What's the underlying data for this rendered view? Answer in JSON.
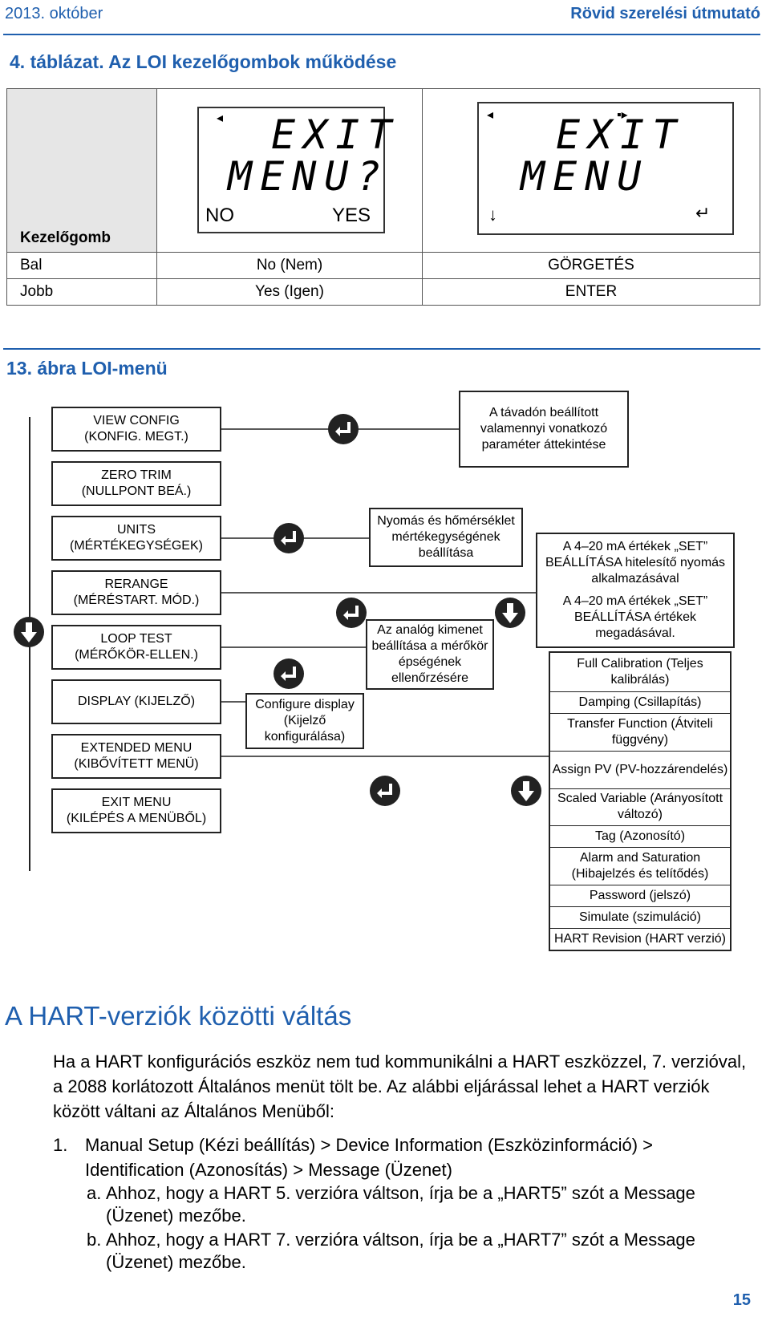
{
  "header": {
    "date": "2013. október",
    "title": "Rövid szerelési útmutató"
  },
  "table4": {
    "caption": "4. táblázat. Az LOI kezelőgombok működése",
    "col_header": "Kezelőgomb",
    "screen1": {
      "line1": "EXIT",
      "line2": "MENU?",
      "left": "NO",
      "right": "YES"
    },
    "screen2": {
      "line1": "EXIT",
      "line2": "MENU"
    },
    "rows": [
      {
        "key": "Bal",
        "c1": "No (Nem)",
        "c2": "GÖRGETÉS"
      },
      {
        "key": "Jobb",
        "c1": "Yes (Igen)",
        "c2": "ENTER"
      }
    ]
  },
  "figure13": {
    "caption": "13. ábra  LOI-menü",
    "main_menu": [
      "VIEW CONFIG\n(KONFIG. MEGT.)",
      "ZERO TRIM\n(NULLPONT BEÁ.)",
      "UNITS\n(MÉRTÉKEGYSÉGEK)",
      "RERANGE\n(MÉRÉSTART. MÓD.)",
      "LOOP TEST\n(MÉRŐKÖR-ELLEN.)",
      "DISPLAY (KIJELZŐ)",
      "EXTENDED MENU\n(KIBŐVÍTETT MENÜ)",
      "EXIT MENU\n(KILÉPÉS A MENÜBŐL)"
    ],
    "view_config_desc": "A távadón beállított valamennyi vonatkozó paraméter áttekintése",
    "units_desc": "Nyomás és hőmérséklet mértékegységének beállítása",
    "loop_desc": "Az analóg kimenet beállítása a mérőkör épségének ellenőrzésére",
    "display_desc": "Configure display (Kijelző konfigurálása)",
    "rerange_options": [
      "A 4–20 mA értékek „SET” BEÁLLÍTÁSA hitelesítő nyomás alkalmazásával",
      "A 4–20 mA értékek „SET” BEÁLLÍTÁSA értékek megadásával."
    ],
    "extended_items": [
      "Full Calibration (Teljes kalibrálás)",
      "Damping (Csillapítás)",
      "Transfer Function (Átviteli függvény)",
      "Assign PV (PV-hozzárendelés)",
      "Scaled Variable (Arányosított változó)",
      "Tag (Azonosító)",
      "Alarm and Saturation (Hibajelzés és telítődés)",
      "Password (jelszó)",
      "Simulate (szimuláció)",
      "HART Revision (HART verzió)"
    ]
  },
  "section": {
    "title": "A HART-verziók közötti váltás",
    "intro": "Ha a HART konfigurációs eszköz nem tud kommunikálni a HART eszközzel, 7. verzióval, a 2088 korlátozott Általános menüt tölt be. Az alábbi eljárással lehet a HART verziók között váltani az Általános Menüből:",
    "step1_num": "1.",
    "step1": "Manual Setup (Kézi beállítás) > Device Information (Eszközinformáció) > Identification (Azonosítás) > Message (Üzenet)",
    "step_a_label": "a.",
    "step_a": "Ahhoz, hogy a HART 5. verzióra váltson, írja be a „HART5” szót a Message (Üzenet) mezőbe.",
    "step_b_label": "b.",
    "step_b": "Ahhoz, hogy a HART 7. verzióra váltson, írja be a „HART7” szót a Message (Üzenet) mezőbe."
  },
  "page_number": "15",
  "icons": {
    "enter": "enter-icon",
    "scroll": "scroll-down-icon"
  }
}
